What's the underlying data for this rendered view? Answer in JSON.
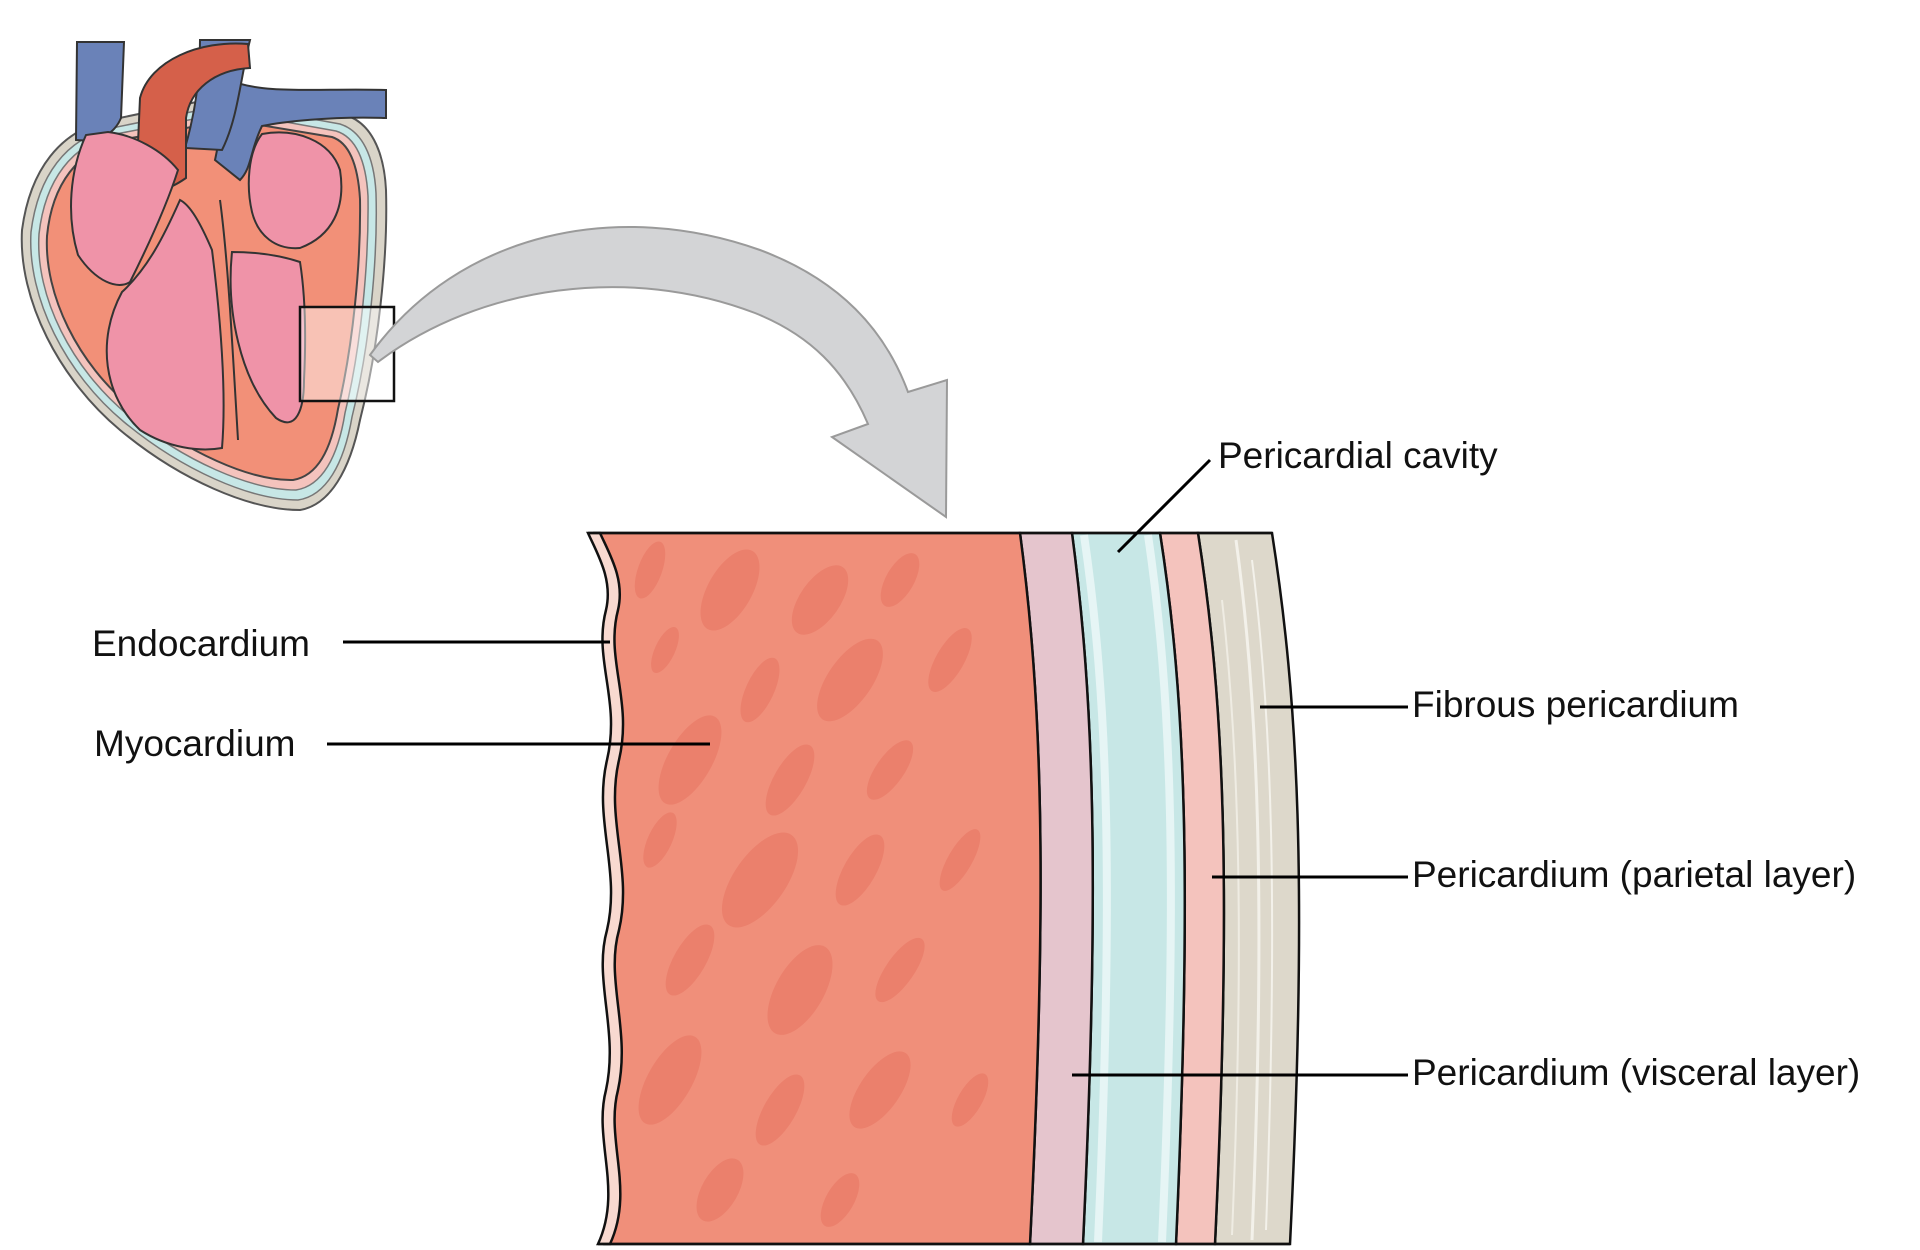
{
  "labels": {
    "endocardium": "Endocardium",
    "myocardium": "Myocardium",
    "pericardial_cavity": "Pericardial cavity",
    "fibrous_pericardium": "Fibrous pericardium",
    "parietal_layer": "Pericardium (parietal layer)",
    "visceral_layer": "Pericardium (visceral layer)"
  },
  "colors": {
    "myocardium": "#f08f7a",
    "myocardium_streak": "#ea7b68",
    "endocardium": "#f8d9d0",
    "visceral_layer": "#e5c5cd",
    "pericardial_cavity": "#c7e7e6",
    "parietal_layer": "#f4c3bd",
    "fibrous_pericardium": "#ddd8cb",
    "heart_chamber": "#ef93a8",
    "aorta": "#d5604a",
    "veins": "#6a82b8",
    "arrow": "#d3d4d6"
  }
}
